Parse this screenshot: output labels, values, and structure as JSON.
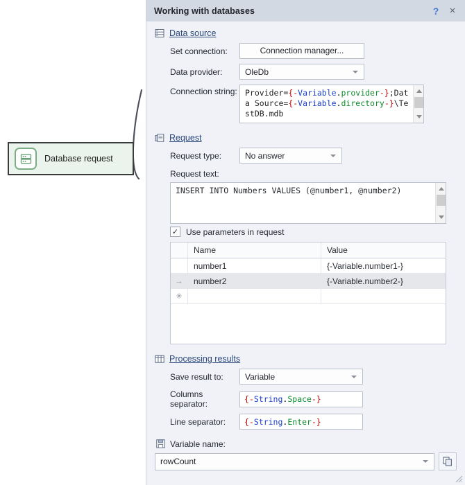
{
  "canvas": {
    "node": {
      "label": "Database request",
      "icon": "database-server-icon",
      "border_color": "#3b3b3b",
      "fill_color": "#eaf3ec",
      "icon_color": "#7bae85"
    },
    "connector": "curved-connector-line"
  },
  "dialog": {
    "title": "Working with databases",
    "titlebar_color": "#d3d9e3",
    "body_color": "#f0f2f7",
    "help_label": "?",
    "close_label": "×",
    "sections": {
      "data_source": {
        "title": "Data source",
        "icon": "data-source-icon",
        "set_connection_label": "Set connection:",
        "connection_manager_button": "Connection manager...",
        "data_provider_label": "Data provider:",
        "data_provider_value": "OleDb",
        "connection_string_label": "Connection string:",
        "connection_string_tokens": [
          {
            "t": "Provider=",
            "c": "plain"
          },
          {
            "t": "{-",
            "c": "brace"
          },
          {
            "t": "Variable",
            "c": "kw"
          },
          {
            "t": ".",
            "c": "dot"
          },
          {
            "t": "provider",
            "c": "prop"
          },
          {
            "t": "-}",
            "c": "brace"
          },
          {
            "t": ";Data Source=",
            "c": "plain"
          },
          {
            "t": "{-",
            "c": "brace"
          },
          {
            "t": "Variable",
            "c": "kw"
          },
          {
            "t": ".",
            "c": "dot"
          },
          {
            "t": "directory",
            "c": "prop"
          },
          {
            "t": "-}",
            "c": "brace"
          },
          {
            "t": "\\TestDB.mdb",
            "c": "plain"
          }
        ]
      },
      "request": {
        "title": "Request",
        "icon": "request-document-icon",
        "request_type_label": "Request type:",
        "request_type_value": "No answer",
        "request_text_label": "Request text:",
        "request_text_value": "INSERT INTO Numbers VALUES (@number1, @number2)",
        "use_parameters_label": "Use parameters in request",
        "use_parameters_checked": "✓",
        "table": {
          "columns": [
            "",
            "Name",
            "Value"
          ],
          "rows": [
            {
              "marker": "",
              "name": "number1",
              "value": "{-Variable.number1-}",
              "selected": false
            },
            {
              "marker": "→",
              "name": "number2",
              "value": "{-Variable.number2-}",
              "selected": true
            },
            {
              "marker": "✳",
              "name": "",
              "value": "",
              "selected": false
            }
          ]
        }
      },
      "processing_results": {
        "title": "Processing results",
        "icon": "table-grid-icon",
        "save_result_label": "Save result to:",
        "save_result_value": "Variable",
        "columns_separator_label": "Columns separator:",
        "columns_separator_tokens": [
          {
            "t": "{-",
            "c": "brace"
          },
          {
            "t": "String",
            "c": "kw"
          },
          {
            "t": ".",
            "c": "dot"
          },
          {
            "t": "Space",
            "c": "prop"
          },
          {
            "t": "-}",
            "c": "brace"
          }
        ],
        "line_separator_label": "Line separator:",
        "line_separator_tokens": [
          {
            "t": "{-",
            "c": "brace"
          },
          {
            "t": "String",
            "c": "kw"
          },
          {
            "t": ".",
            "c": "dot"
          },
          {
            "t": "Enter",
            "c": "prop"
          },
          {
            "t": "-}",
            "c": "brace"
          }
        ]
      },
      "variable": {
        "title": "Variable name:",
        "icon": "save-disk-icon",
        "value": "rowCount",
        "copy_icon": "copy-duplicate-icon"
      }
    }
  }
}
